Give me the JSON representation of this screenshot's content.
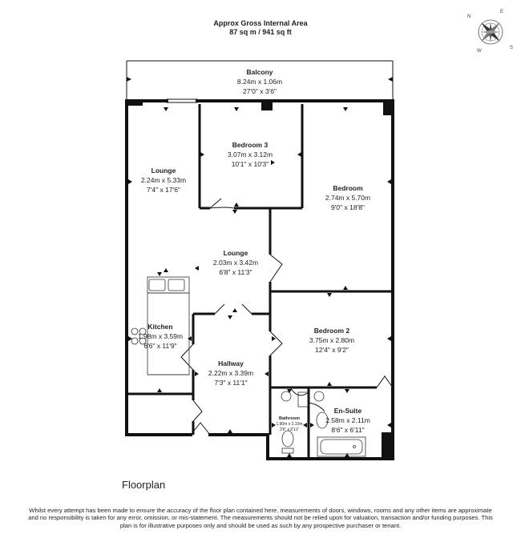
{
  "header": {
    "title": "Approx Gross Internal Area",
    "area": "87 sq m / 941 sq ft"
  },
  "compass": {
    "n": "N",
    "e": "E",
    "s": "S",
    "w": "W"
  },
  "rooms": {
    "balcony": {
      "name": "Balcony",
      "metric": "8.24m x 1.06m",
      "imperial": "27'0\" x 3'6\""
    },
    "bedroom3": {
      "name": "Bedroom 3",
      "metric": "3.07m x 3.12m",
      "imperial": "10'1\" x 10'3\""
    },
    "lounge_a": {
      "name": "Lounge",
      "metric": "2.24m x 5.33m",
      "imperial": "7'4\" x 17'6\""
    },
    "bedroom": {
      "name": "Bedroom",
      "metric": "2.74m x 5.70m",
      "imperial": "9'0\" x 18'8\""
    },
    "lounge_b": {
      "name": "Lounge",
      "metric": "2.03m x 3.42m",
      "imperial": "6'8\" x 11'3\""
    },
    "kitchen": {
      "name": "Kitchen",
      "metric": "1.98m x 3.59m",
      "imperial": "6'6\" x 11'9\""
    },
    "bedroom2": {
      "name": "Bedroom 2",
      "metric": "3.75m x 2.80m",
      "imperial": "12'4\" x 9'2\""
    },
    "hallway": {
      "name": "Hallway",
      "metric": "2.22m x 3.39m",
      "imperial": "7'3\" x 11'1\""
    },
    "bathroom": {
      "name": "Bathroom",
      "metric": "1.90m x 2.10m",
      "imperial": "3'6\" x 6'11\""
    },
    "ensuite": {
      "name": "En-Suite",
      "metric": "2.58m x 2.11m",
      "imperial": "8'6\" x 6'11\""
    }
  },
  "caption": "Floorplan",
  "disclaimer": "Whilst every attempt has been made to ensure the accuracy of the floor plan contained here, measurements of doors, windows, rooms and any other items are approximate and no responsibility is taken for any error, omission, or mis-statement. The measurements should not be relied upon for valuation, transaction and/or funding purposes. This plan is for illustrative purposes only and should be used as such by any prospective purchaser or tenant."
}
